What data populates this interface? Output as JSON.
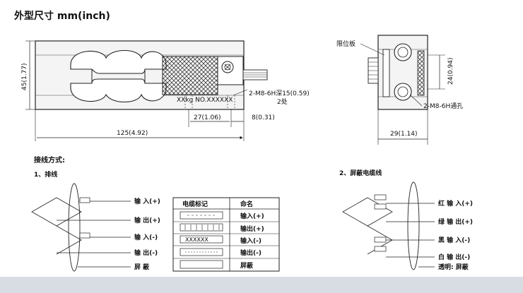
{
  "title": "外型尺寸 mm(inch)",
  "dims": {
    "height": "45(1.77)",
    "length": "125(4.92)",
    "offset27": "27(1.06)",
    "offset8": "8(0.31)",
    "thread_hole": "2-M8-6H深15(0.59)",
    "two_places": "2处",
    "plate_label": "XXkg NO.XXXXXX",
    "limit_plate": "限位板",
    "side_height": "24(0.94)",
    "through_hole": "2-M8-6H通孔",
    "width": "29(1.14)"
  },
  "wiring": {
    "heading": "接线方式:",
    "option1": "1、排线",
    "option2": "2、屏蔽电缆线",
    "ribbon_labels": [
      "输 入(+)",
      "输 出(+)",
      "输 入(-)",
      "输 出(-)",
      "屏  蔽"
    ],
    "table_headers": [
      "电缆标记",
      "命名"
    ],
    "table_rows": [
      {
        "mark": "",
        "name": "输入(+)"
      },
      {
        "mark": "",
        "name": "输出(+)"
      },
      {
        "mark": "XXXXXX",
        "name": "输入(-)"
      },
      {
        "mark": "",
        "name": "输出(-)"
      },
      {
        "mark": "",
        "name": "屏蔽"
      }
    ],
    "shield_labels": [
      "红 输 入(+)",
      "绿 输 出(+)",
      "黑 输 入(-)",
      "白 输 出(-)",
      "透明: 屏蔽"
    ]
  }
}
